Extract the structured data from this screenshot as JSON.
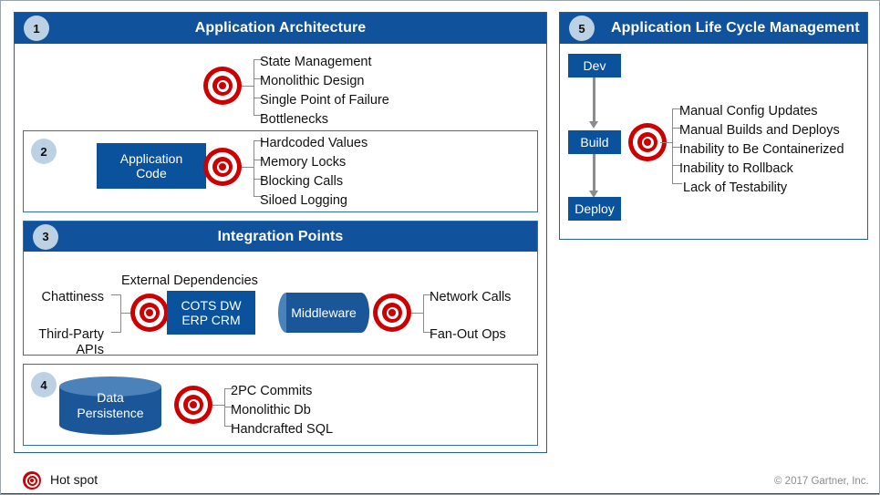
{
  "diagram": {
    "panel1": {
      "number": "1",
      "title": "Application Architecture",
      "hotspot_icon": "bullseye-hotspot-icon",
      "items": [
        "State Management",
        "Monolithic Design",
        "Single Point of Failure",
        "Bottlenecks"
      ]
    },
    "panel2": {
      "number": "2",
      "box_label_line1": "Application",
      "box_label_line2": "Code",
      "hotspot_icon": "bullseye-hotspot-icon",
      "items": [
        "Hardcoded Values",
        "Memory Locks",
        "Blocking Calls",
        "Siloed Logging"
      ]
    },
    "panel3": {
      "number": "3",
      "title": "Integration Points",
      "external_dependencies_label": "External Dependencies",
      "left_items": [
        "Chattiness",
        "Third-Party",
        "APIs"
      ],
      "cots_box_line1": "COTS DW",
      "cots_box_line2": "ERP CRM",
      "middleware_label": "Middleware",
      "hotspot_icon": "bullseye-hotspot-icon",
      "right_items": [
        "Network Calls",
        "Fan-Out Ops"
      ]
    },
    "panel4": {
      "number": "4",
      "cylinder_line1": "Data",
      "cylinder_line2": "Persistence",
      "hotspot_icon": "bullseye-hotspot-icon",
      "items": [
        "2PC Commits",
        "Monolithic Db",
        "Handcrafted SQL"
      ]
    },
    "panel5": {
      "number": "5",
      "title": "Application Life Cycle Management",
      "stages": [
        "Dev",
        "Build",
        "Deploy"
      ],
      "hotspot_icon": "bullseye-hotspot-icon",
      "items": [
        "Manual Config Updates",
        "Manual Builds and Deploys",
        "Inability to Be Containerized",
        "Inability to Rollback",
        "Lack of Testability"
      ]
    }
  },
  "footer": {
    "legend_icon": "bullseye-hotspot-icon",
    "legend_label": "Hot spot",
    "copyright": "© 2017 Gartner, Inc."
  },
  "colors": {
    "header_blue": "#10529b",
    "box_blue": "#0a529c",
    "badge_blue": "#bdd1e4",
    "hotspot_red": "#cc0000",
    "cylinder_cap": "#4b82ba",
    "connector_gray": "#8b8b8b"
  }
}
